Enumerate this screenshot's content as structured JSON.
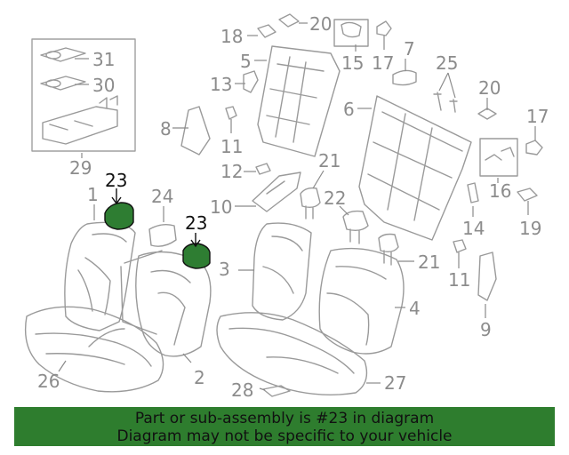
{
  "labels": {
    "l1": "1",
    "l2": "2",
    "l3": "3",
    "l4": "4",
    "l5": "5",
    "l6": "6",
    "l7": "7",
    "l8": "8",
    "l9": "9",
    "l10": "10",
    "l11a": "11",
    "l11b": "11",
    "l12": "12",
    "l13": "13",
    "l14": "14",
    "l15": "15",
    "l16": "16",
    "l17a": "17",
    "l17b": "17",
    "l18": "18",
    "l19": "19",
    "l20a": "20",
    "l20b": "20",
    "l21a": "21",
    "l21b": "21",
    "l22": "22",
    "l23a": "23",
    "l23b": "23",
    "l24": "24",
    "l25": "25",
    "l26": "26",
    "l27": "27",
    "l28": "28",
    "l29": "29",
    "l30": "30",
    "l31": "31"
  },
  "highlight_color": "#2e7d32",
  "banner": {
    "line1": "Part or sub-assembly is #23 in diagram",
    "line2": "Diagram may not be specific to your vehicle",
    "background": "#2e7d2e"
  }
}
